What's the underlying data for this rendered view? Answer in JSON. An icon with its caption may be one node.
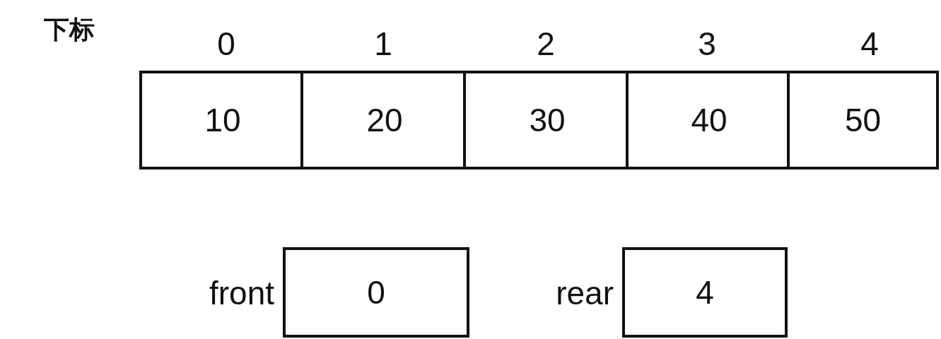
{
  "diagram": {
    "nodes": [
      {
        "text": [
          "10"
        ]
      },
      {
        "text": [
          "20"
        ]
      },
      {
        "text": [
          "30"
        ]
      },
      {
        "text": [
          "40"
        ]
      },
      {
        "text": [
          "50"
        ]
      },
      {
        "text": [
          "0"
        ],
        "beside": [
          "front"
        ]
      },
      {
        "text": [
          "4"
        ],
        "beside": [
          "rear"
        ]
      }
    ],
    "labels": [
      "下标",
      "0",
      "1",
      "2",
      "3",
      "4"
    ]
  }
}
